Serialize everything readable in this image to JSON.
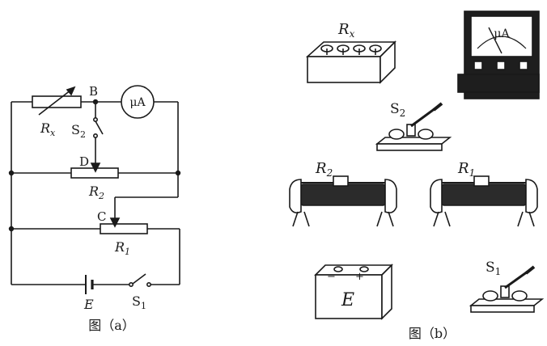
{
  "circuit_a": {
    "caption": "图（a）",
    "labels": {
      "rx": "R",
      "rx_sub": "x",
      "s2": "S",
      "s2_sub": "2",
      "b": "B",
      "d": "D",
      "c": "C",
      "r2": "R",
      "r2_sub": "2",
      "r1": "R",
      "r1_sub": "1",
      "e": "E",
      "s1": "S",
      "s1_sub": "1",
      "meter": "μA"
    }
  },
  "equipment_b": {
    "caption": "图（b）",
    "labels": {
      "rx": "R",
      "rx_sub": "x",
      "meter_face": "μA",
      "s2": "S",
      "s2_sub": "2",
      "r2": "R",
      "r2_sub": "2",
      "r1": "R",
      "r1_sub": "1",
      "battery": "E",
      "battery_plus": "+",
      "battery_minus": "−",
      "s1": "S",
      "s1_sub": "1"
    }
  }
}
